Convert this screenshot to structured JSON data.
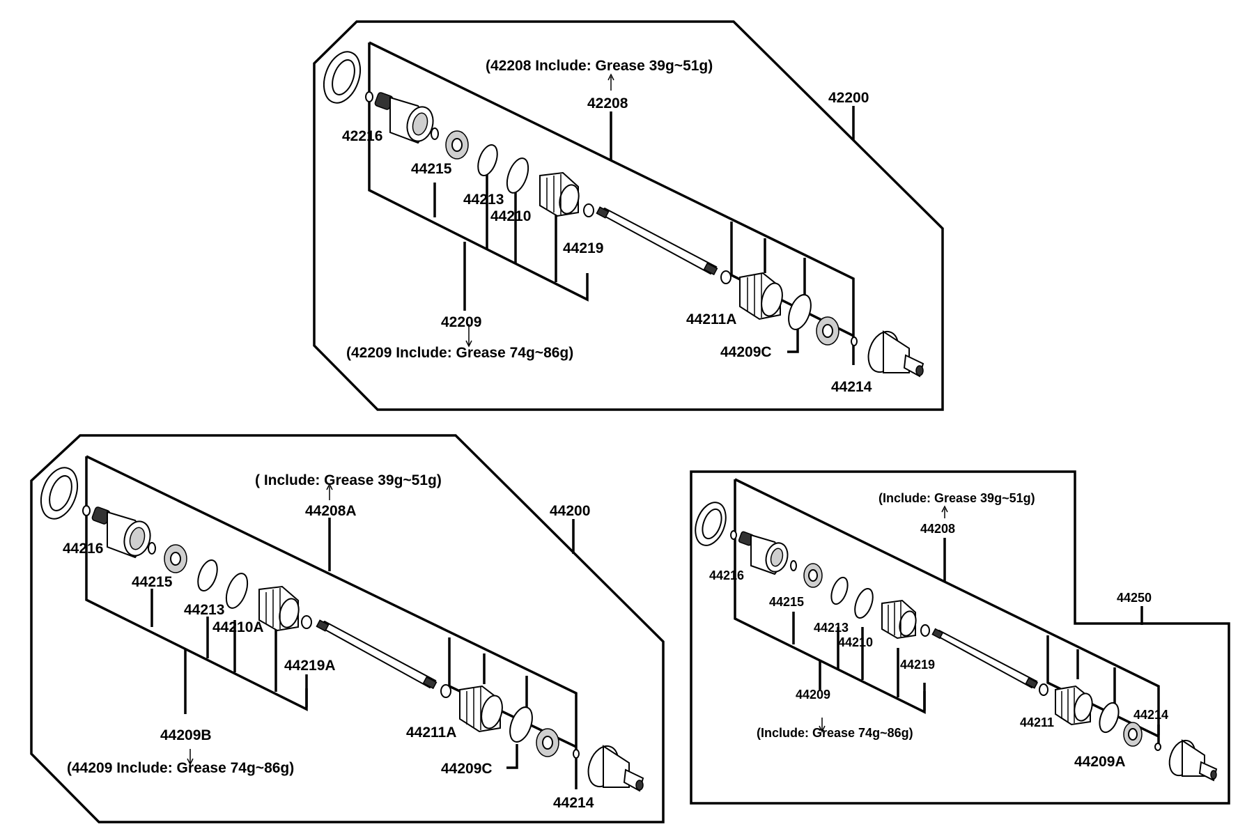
{
  "diagram_a": {
    "assembly_number": "42200",
    "grease_note_top": "(42208 Include: Grease  39g~51g)",
    "part_42208": "42208",
    "part_42216": "42216",
    "part_44215": "44215",
    "part_44213": "44213",
    "part_44210": "44210",
    "part_44219": "44219",
    "part_42209": "42209",
    "grease_note_bottom": "(42209 Include: Grease  74g~86g)",
    "part_44211A": "44211A",
    "part_44209C": "44209C",
    "part_44214": "44214"
  },
  "diagram_b": {
    "assembly_number": "44200",
    "grease_note_top": "( Include: Grease  39g~51g)",
    "part_44208A": "44208A",
    "part_44216": "44216",
    "part_44215": "44215",
    "part_44213": "44213",
    "part_44210A": "44210A",
    "part_44219A": "44219A",
    "part_44209B": "44209B",
    "grease_note_bottom": "(44209 Include: Grease  74g~86g)",
    "part_44211A": "44211A",
    "part_44209C": "44209C",
    "part_44214": "44214"
  },
  "diagram_c": {
    "assembly_number": "44250",
    "grease_note_top": "(Include: Grease  39g~51g)",
    "part_44208": "44208",
    "part_44216": "44216",
    "part_44215": "44215",
    "part_44213": "44213",
    "part_44210": "44210",
    "part_44219": "44219",
    "part_44209": "44209",
    "grease_note_bottom": "(Include: Grease  74g~86g)",
    "part_44211": "44211",
    "part_44209A": "44209A",
    "part_44214": "44214"
  }
}
